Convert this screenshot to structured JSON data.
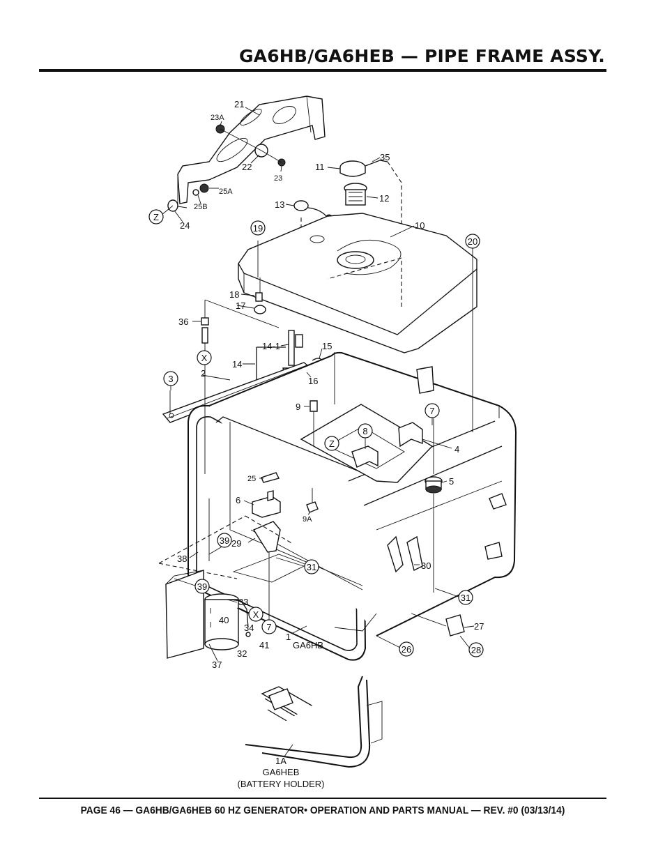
{
  "header": {
    "title": "GA6HB/GA6HEB — PIPE FRAME ASSY."
  },
  "footer": {
    "text": "PAGE 46 — GA6HB/GA6HEB 60 HZ GENERATOR• OPERATION AND PARTS MANUAL — REV. #0 (03/13/14)"
  },
  "callouts": {
    "c21": "21",
    "c23a": "23A",
    "c22": "22",
    "c23": "23",
    "c25a": "25A",
    "c25b": "25B",
    "c24": "24",
    "c11": "11",
    "c35": "35",
    "c12": "12",
    "c13": "13",
    "c10": "10",
    "c18": "18",
    "c17": "17",
    "c36": "36",
    "c14_1": "14-1",
    "c14": "14",
    "c15": "15",
    "c16": "16",
    "c2": "2",
    "c9": "9",
    "c4": "4",
    "c5": "5",
    "c25": "25",
    "c6": "6",
    "c9a": "9A",
    "c29": "29",
    "c38": "38",
    "c30": "30",
    "c33": "33",
    "c40": "40",
    "c34": "34",
    "c41": "41",
    "c32": "32",
    "c37": "37",
    "c1": "1",
    "c27": "27"
  },
  "circled": {
    "z1": "Z",
    "x1": "X",
    "n19": "19",
    "n20": "20",
    "n3": "3",
    "n7a": "7",
    "n8": "8",
    "z2": "Z",
    "n39a": "39",
    "n31a": "31",
    "n39b": "39",
    "x2": "X",
    "n7b": "7",
    "n31b": "31",
    "n26": "26",
    "n28": "28"
  },
  "model_label": "GA6HB",
  "inset": {
    "part": "1A",
    "model": "GA6HEB",
    "desc": "(BATTERY HOLDER)"
  }
}
